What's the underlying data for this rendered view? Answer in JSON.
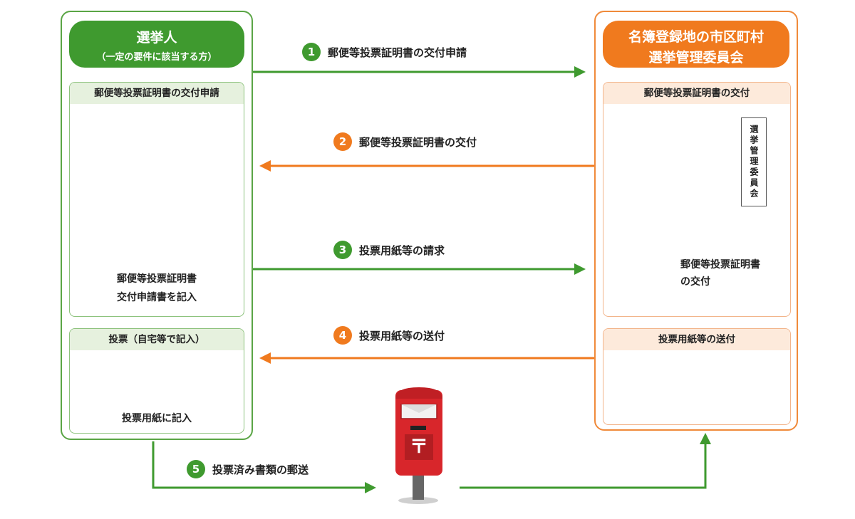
{
  "left": {
    "title": "選挙人",
    "subtitle": "（一定の要件に該当する方）",
    "box1_title": "郵便等投票証明書の交付申請",
    "box1_caption_line1": "郵便等投票証明書",
    "box1_caption_line2": "交付申請書を記入",
    "box2_title": "投票（自宅等で記入）",
    "box2_caption": "投票用紙に記入"
  },
  "right": {
    "title_line1": "名簿登録地の市区町村",
    "title_line2": "選挙管理委員会",
    "box1_title": "郵便等投票証明書の交付",
    "building_sign": "選挙管理委員会",
    "box1_caption_line1": "郵便等投票証明書",
    "box1_caption_line2": "の交付",
    "box2_title": "投票用紙等の送付"
  },
  "steps": [
    {
      "num": "1",
      "label": "郵便等投票証明書の交付申請"
    },
    {
      "num": "2",
      "label": "郵便等投票証明書の交付"
    },
    {
      "num": "3",
      "label": "投票用紙等の請求"
    },
    {
      "num": "4",
      "label": "投票用紙等の送付"
    },
    {
      "num": "5",
      "label": "投票済み書類の郵送"
    }
  ],
  "postbox_mark": "〒",
  "colors": {
    "green": "#3f9a2f",
    "orange": "#f07a1e",
    "postbox_red": "#d8262b"
  }
}
